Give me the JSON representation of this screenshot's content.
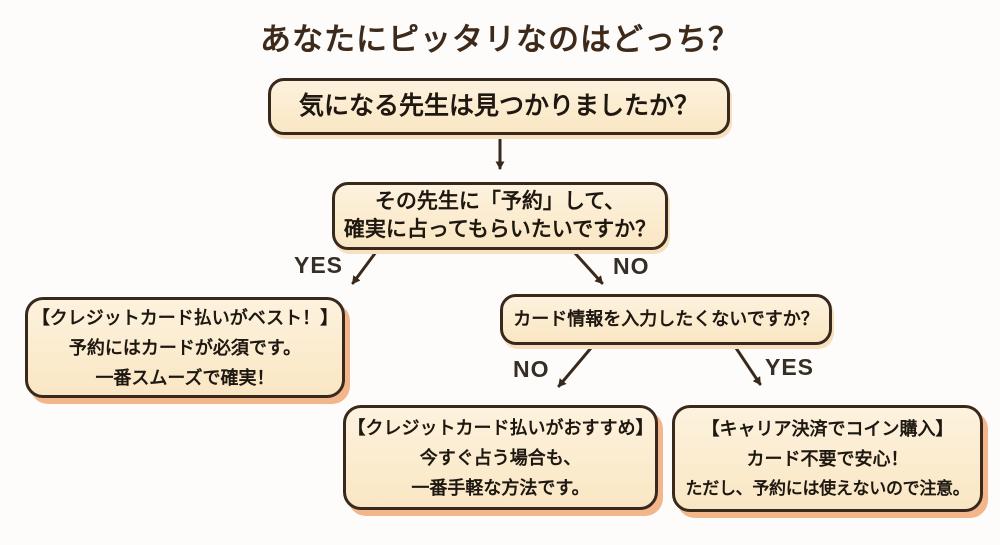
{
  "title": "あなたにピッタリなのはどっち？",
  "nodes": {
    "q1": {
      "line1": "気になる先生は見つかりましたか？"
    },
    "q2": {
      "line1": "その先生に「予約」して、",
      "line2": "確実に占ってもらいたいですか？"
    },
    "q3": {
      "line1": "カード情報を入力したくないですか？"
    },
    "r_credit_best": {
      "heading": "【クレジットカード払いがベスト！】",
      "line1": "予約にはカードが必須です。",
      "line2": "一番スムーズで確実！"
    },
    "r_credit_recommend": {
      "heading": "【クレジットカード払いがおすすめ】",
      "line1": "今すぐ占う場合も、",
      "line2": "一番手軽な方法です。"
    },
    "r_carrier_coin": {
      "heading": "【キャリア決済でコイン購入】",
      "line1": "カード不要で安心！",
      "line2": "ただし、予約には使えないので注意。"
    }
  },
  "edge_labels": {
    "reserve_yes": "YES",
    "reserve_no": "NO",
    "cardinfo_no": "NO",
    "cardinfo_yes": "YES"
  },
  "colors": {
    "background": "#fdfcfa",
    "box_fill": "#fbeacb",
    "box_border": "#39291d",
    "result_shadow": "#f3b68a",
    "title_text": "#3e2a1b",
    "body_text": "#1e1811"
  }
}
